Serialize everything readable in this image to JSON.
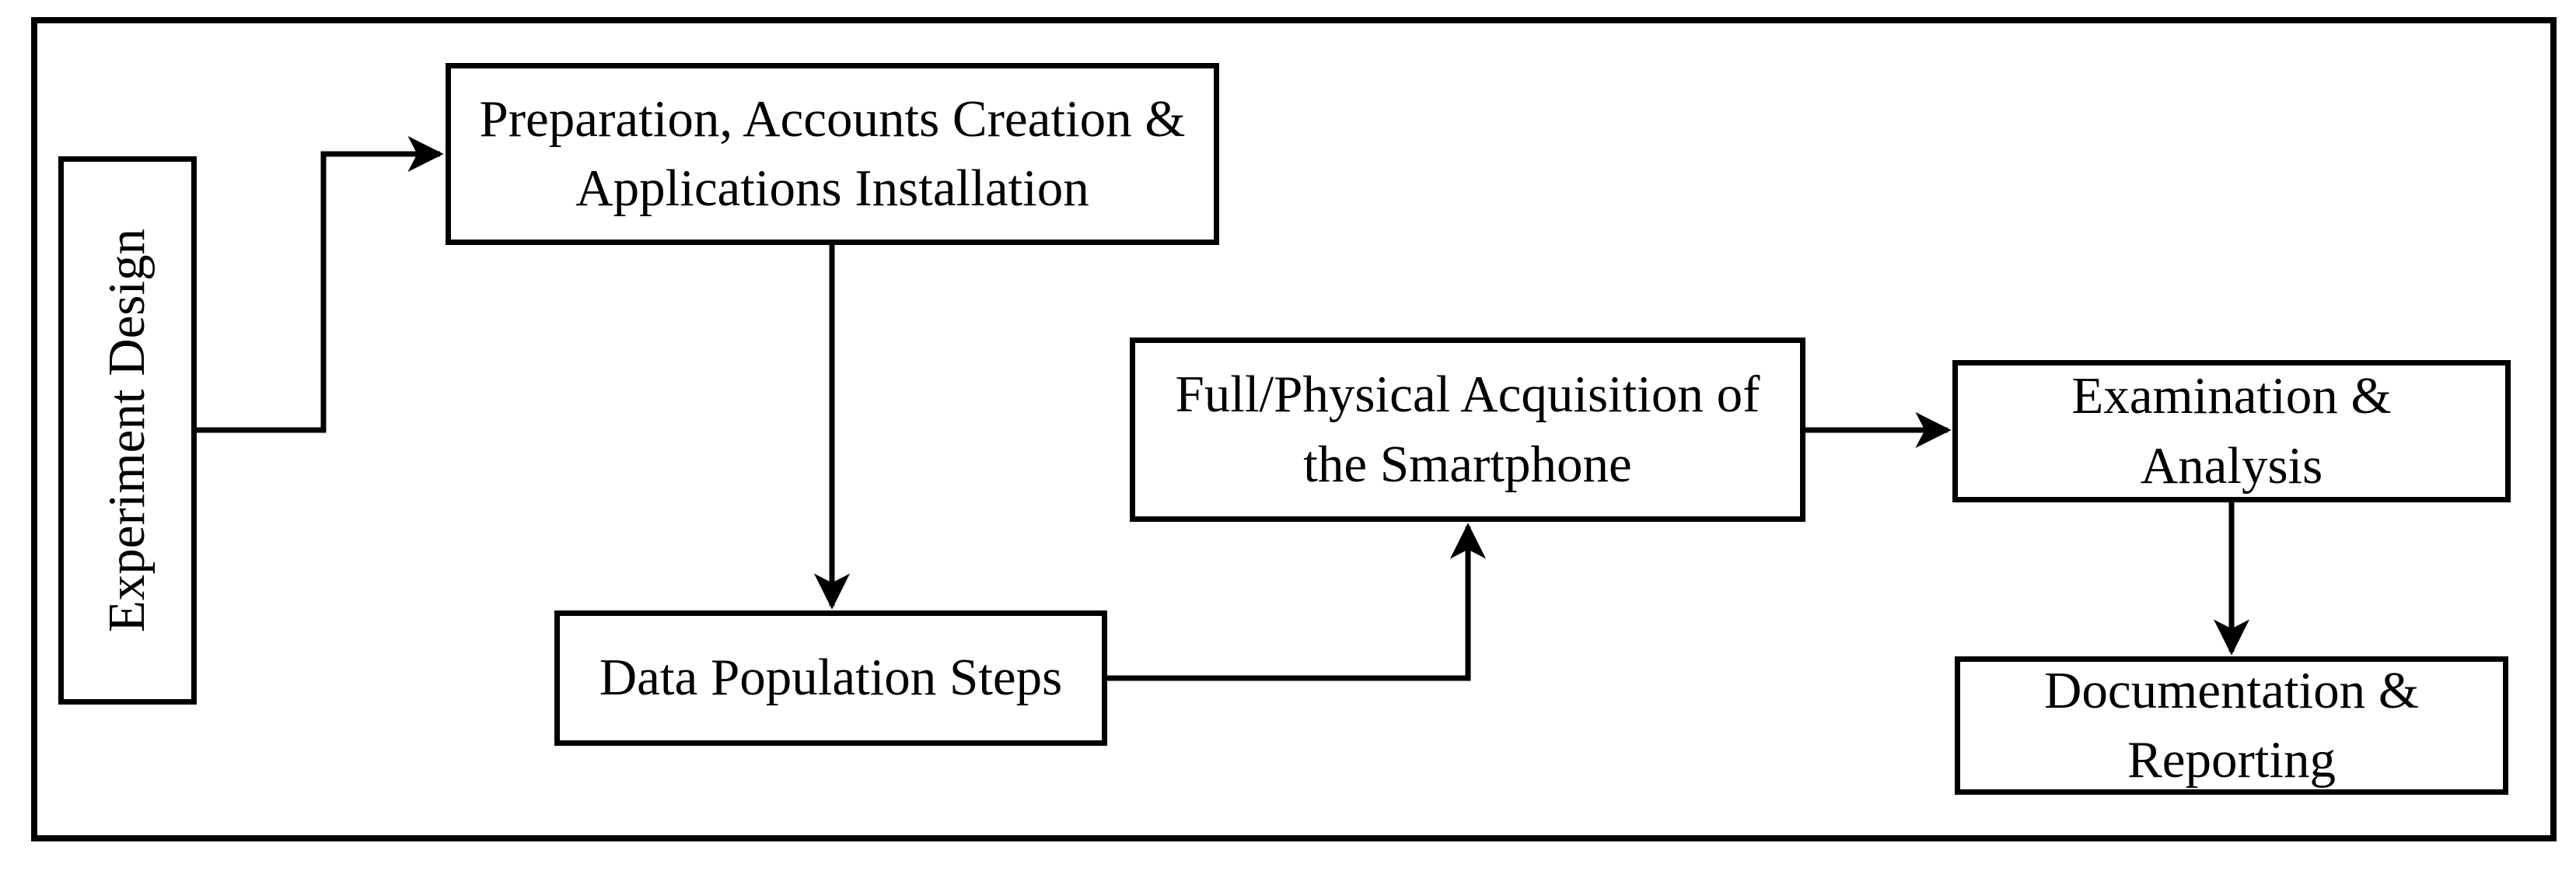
{
  "diagram": {
    "background_color": "#ffffff",
    "stroke_color": "#000000",
    "boxes": [
      {
        "id": "experiment-design",
        "label": "Experiment Design",
        "orientation": "vertical"
      },
      {
        "id": "preparation",
        "label": "Preparation, Accounts Creation &\nApplications Installation",
        "orientation": "horizontal"
      },
      {
        "id": "data-population",
        "label": "Data Population Steps",
        "orientation": "horizontal"
      },
      {
        "id": "full-physical-acquisition",
        "label": "Full/Physical Acquisition of\nthe Smartphone",
        "orientation": "horizontal"
      },
      {
        "id": "examination-analysis",
        "label": "Examination &\nAnalysis",
        "orientation": "horizontal"
      },
      {
        "id": "documentation-reporting",
        "label": "Documentation &\nReporting",
        "orientation": "horizontal"
      }
    ],
    "connections": [
      {
        "from": "experiment-design",
        "to": "preparation"
      },
      {
        "from": "preparation",
        "to": "data-population"
      },
      {
        "from": "data-population",
        "to": "full-physical-acquisition"
      },
      {
        "from": "full-physical-acquisition",
        "to": "examination-analysis"
      },
      {
        "from": "examination-analysis",
        "to": "documentation-reporting"
      }
    ]
  }
}
